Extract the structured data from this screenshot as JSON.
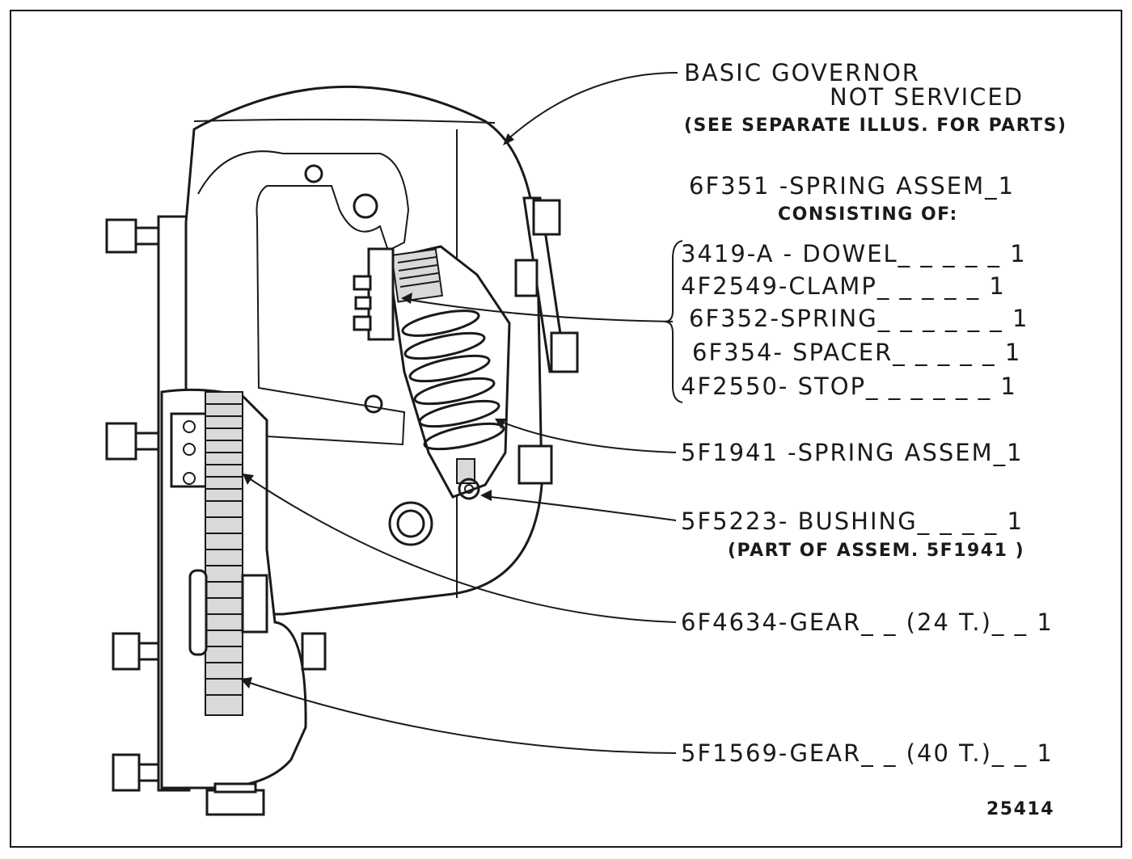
{
  "labels": {
    "basic_governor_1": "BASIC GOVERNOR",
    "basic_governor_2": "NOT SERVICED",
    "basic_governor_3": "(SEE SEPARATE ILLUS. FOR PARTS)",
    "spring_assem_6f351": "6F351 -SPRING ASSEM_1",
    "consisting_of": "CONSISTING OF:",
    "part_dowel": "3419-A - DOWEL_ _ _ _ _ 1",
    "part_clamp": "4F2549-CLAMP_ _ _ _ _ 1",
    "part_spring": "6F352-SPRING_ _ _ _ _ _ 1",
    "part_spacer": "6F354- SPACER_ _ _ _ _ 1",
    "part_stop": "4F2550- STOP_ _ _ _ _ _ 1",
    "spring_assem_5f1941": "5F1941 -SPRING ASSEM_1",
    "bushing": "5F5223- BUSHING_ _ _ _ 1",
    "bushing_note": "(PART OF ASSEM. 5F1941 )",
    "gear_6f4634": "6F4634-GEAR_ _ (24 T.)_ _ 1",
    "gear_5f1569": "5F1569-GEAR_ _ (40 T.)_ _ 1",
    "figure_number": "25414"
  }
}
